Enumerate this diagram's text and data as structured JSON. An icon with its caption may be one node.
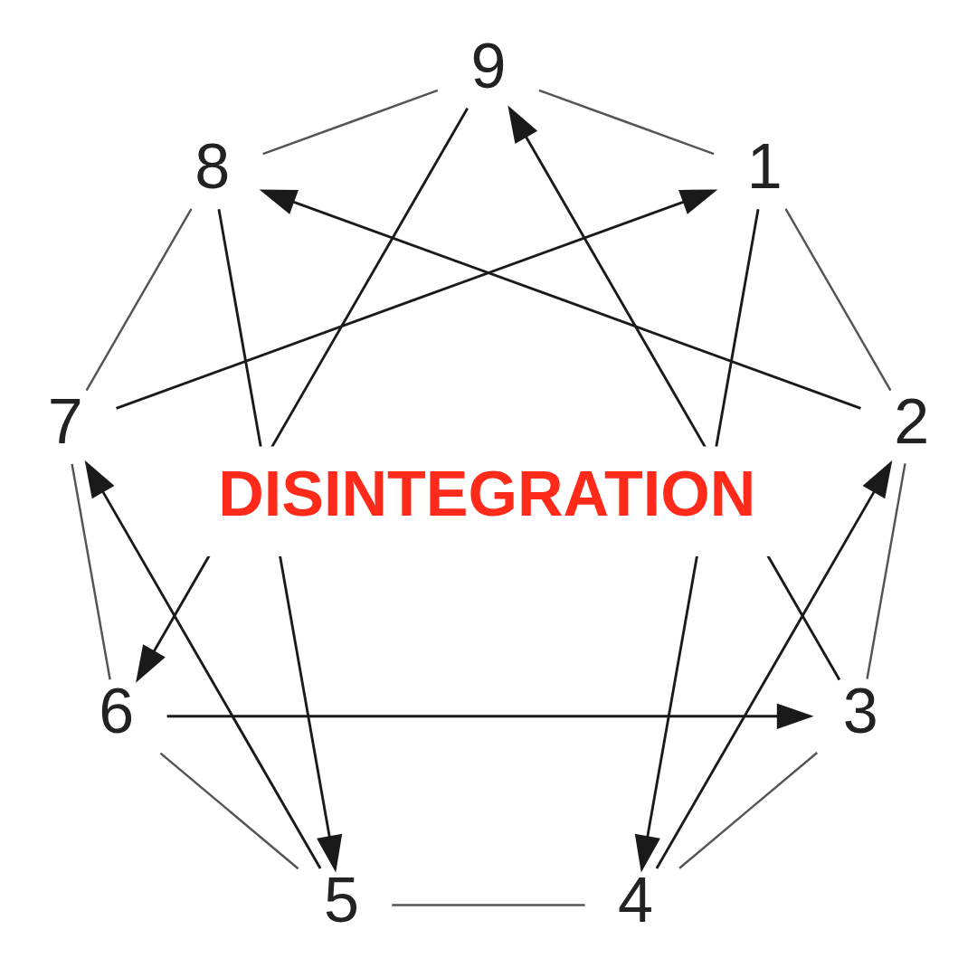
{
  "diagram": {
    "nodes": [
      {
        "text": [
          "9"
        ]
      },
      {
        "text": [
          "1"
        ]
      },
      {
        "text": [
          "2"
        ]
      },
      {
        "text": [
          "3"
        ]
      },
      {
        "text": [
          "4"
        ]
      },
      {
        "text": [
          "5"
        ]
      },
      {
        "text": [
          "6"
        ]
      },
      {
        "text": [
          "7"
        ]
      },
      {
        "text": [
          "8"
        ]
      }
    ],
    "edges": [
      {
        "from": 0,
        "to": 1,
        "arrow": "none",
        "color": "#555555"
      },
      {
        "from": 1,
        "to": 2,
        "arrow": "none",
        "color": "#555555"
      },
      {
        "from": 2,
        "to": 3,
        "arrow": "none",
        "color": "#555555"
      },
      {
        "from": 3,
        "to": 4,
        "arrow": "none",
        "color": "#555555"
      },
      {
        "from": 4,
        "to": 5,
        "arrow": "none",
        "color": "#555555"
      },
      {
        "from": 5,
        "to": 6,
        "arrow": "none",
        "color": "#555555"
      },
      {
        "from": 6,
        "to": 7,
        "arrow": "none",
        "color": "#555555"
      },
      {
        "from": 7,
        "to": 8,
        "arrow": "none",
        "color": "#555555"
      },
      {
        "from": 8,
        "to": 0,
        "arrow": "none",
        "color": "#555555"
      },
      {
        "from": 1,
        "to": 4,
        "arrow": "to"
      },
      {
        "from": 4,
        "to": 2,
        "arrow": "to"
      },
      {
        "from": 2,
        "to": 8,
        "arrow": "to"
      },
      {
        "from": 8,
        "to": 5,
        "arrow": "to"
      },
      {
        "from": 5,
        "to": 7,
        "arrow": "to"
      },
      {
        "from": 7,
        "to": 1,
        "arrow": "to"
      },
      {
        "from": 0,
        "to": 6,
        "arrow": "to"
      },
      {
        "from": 6,
        "to": 3,
        "arrow": "to"
      },
      {
        "from": 3,
        "to": 0,
        "arrow": "to"
      }
    ],
    "labels": [
      "DISINTEGRATION"
    ]
  }
}
